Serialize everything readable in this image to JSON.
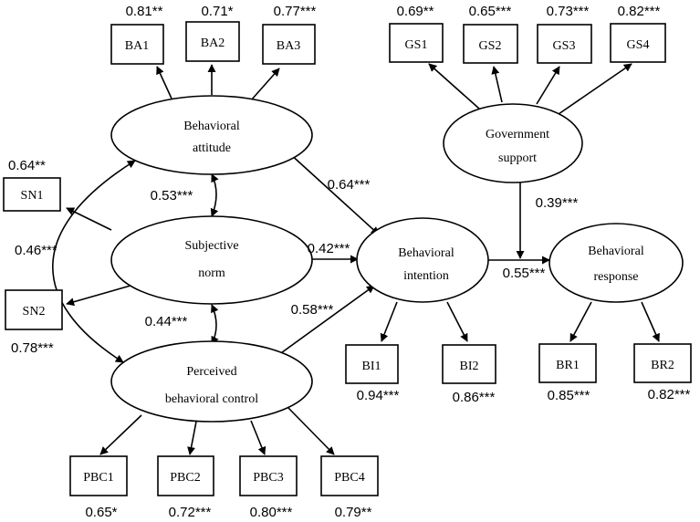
{
  "constructs": {
    "ba": [
      "Behavioral",
      "attitude"
    ],
    "sn": [
      "Subjective",
      "norm"
    ],
    "pbc": [
      "Perceived",
      "behavioral control"
    ],
    "bi": [
      "Behavioral",
      "intention"
    ],
    "gs": [
      "Government",
      "support"
    ],
    "br": [
      "Behavioral",
      "response"
    ]
  },
  "indicators": {
    "ba1": "BA1",
    "ba2": "BA2",
    "ba3": "BA3",
    "gs1": "GS1",
    "gs2": "GS2",
    "gs3": "GS3",
    "gs4": "GS4",
    "sn1": "SN1",
    "sn2": "SN2",
    "bi1": "BI1",
    "bi2": "BI2",
    "br1": "BR1",
    "br2": "BR2",
    "pbc1": "PBC1",
    "pbc2": "PBC2",
    "pbc3": "PBC3",
    "pbc4": "PBC4"
  },
  "loadings": {
    "ba1": "0.81**",
    "ba2": "0.71*",
    "ba3": "0.77***",
    "gs1": "0.69**",
    "gs2": "0.65***",
    "gs3": "0.73***",
    "gs4": "0.82***",
    "sn1": "0.64**",
    "sn2": "0.78***",
    "bi1": "0.94***",
    "bi2": "0.86***",
    "br1": "0.85***",
    "br2": "0.82***",
    "pbc1": "0.65*",
    "pbc2": "0.72***",
    "pbc3": "0.80***",
    "pbc4": "0.79**"
  },
  "paths": {
    "ba_bi": "0.64***",
    "sn_bi": "0.42***",
    "pbc_bi": "0.58***",
    "bi_br": "0.55***",
    "gs_br": "0.39***"
  },
  "correlations": {
    "ba_sn": "0.53***",
    "sn_pbc": "0.44***",
    "ba_pbc": "0.46***"
  }
}
